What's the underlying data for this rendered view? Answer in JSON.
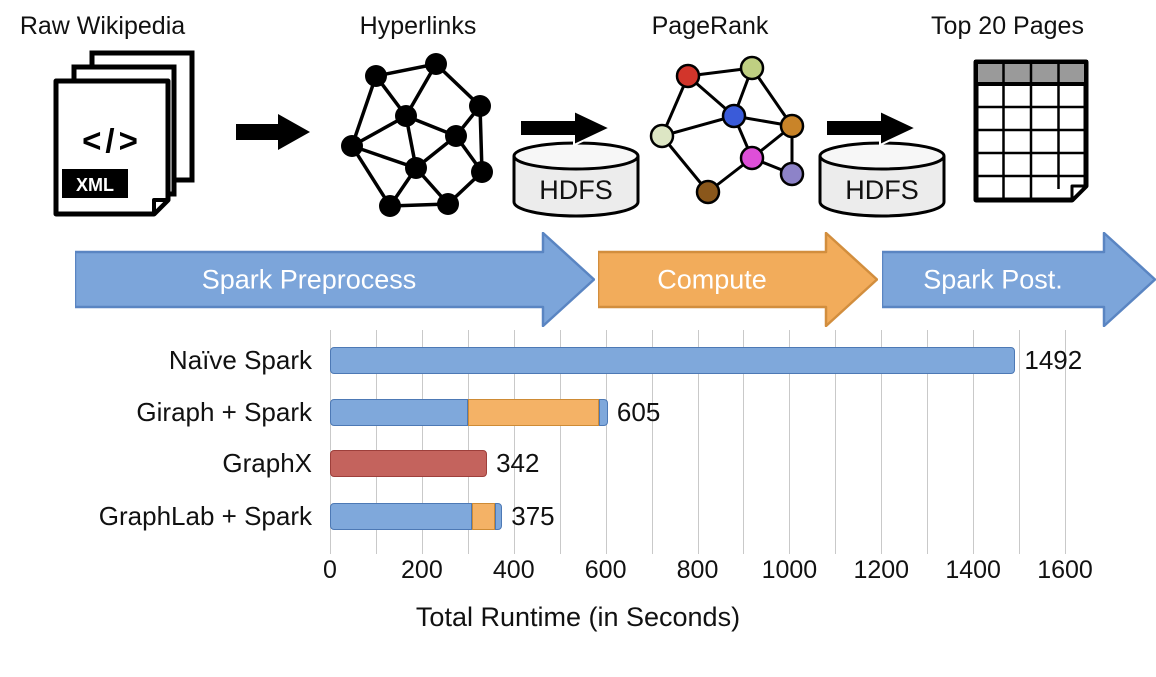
{
  "pipeline": {
    "stages": [
      {
        "label": "Raw Wikipedia"
      },
      {
        "label": "Hyperlinks"
      },
      {
        "label": "PageRank"
      },
      {
        "label": "Top 20 Pages"
      }
    ],
    "wiki_icon": {
      "code_text": "</>",
      "badge": "XML"
    },
    "hdfs_label": "HDFS"
  },
  "process_arrows": [
    {
      "label": "Spark Preprocess",
      "fill": "#7CA5DA",
      "stroke": "#5A85C2"
    },
    {
      "label": "Compute",
      "fill": "#F2AC5B",
      "stroke": "#D28E3E"
    },
    {
      "label": "Spark Post.",
      "fill": "#7CA5DA",
      "stroke": "#5A85C2"
    }
  ],
  "palette": {
    "blue": {
      "fill": "#7FA8DB",
      "stroke": "#4D79B5"
    },
    "orange": {
      "fill": "#F4B266",
      "stroke": "#CE8B35"
    },
    "red": {
      "fill": "#C4635D",
      "stroke": "#9E3F3B"
    }
  },
  "chart_data": {
    "type": "bar",
    "orientation": "horizontal",
    "xlabel": "Total Runtime (in Seconds)",
    "xlim": [
      0,
      1600
    ],
    "xticks": [
      0,
      200,
      400,
      600,
      800,
      1000,
      1200,
      1400,
      1600
    ],
    "gridline_interval": 100,
    "grid": true,
    "categories": [
      "Naïve Spark",
      "Giraph + Spark",
      "GraphX",
      "GraphLab + Spark"
    ],
    "totals": [
      1492,
      605,
      342,
      375
    ],
    "segments": [
      [
        {
          "color": "blue",
          "value": 1492
        }
      ],
      [
        {
          "color": "blue",
          "value": 300
        },
        {
          "color": "orange",
          "value": 285
        },
        {
          "color": "blue",
          "value": 20
        }
      ],
      [
        {
          "color": "red",
          "value": 342
        }
      ],
      [
        {
          "color": "blue",
          "value": 310
        },
        {
          "color": "orange",
          "value": 50
        },
        {
          "color": "blue",
          "value": 15
        }
      ]
    ]
  }
}
